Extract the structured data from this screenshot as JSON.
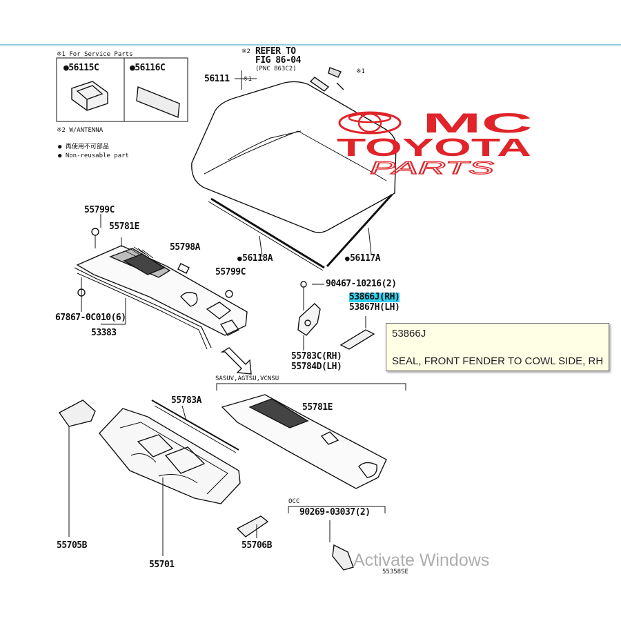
{
  "legend": {
    "note1": "※1 For Service Parts",
    "note2": "※2 W/ANTENNA",
    "note3": "● 再使用不可部品",
    "note4": "● Non-reusable part",
    "box_parts": [
      "●56115C",
      "●56116C"
    ]
  },
  "refer": {
    "mark": "※2",
    "line1": "REFER TO",
    "line2": "FIG 86-04",
    "line3": "(PNC 863C2)",
    "s1": "※1",
    "s2": "※1"
  },
  "parts": {
    "p56111": "56111",
    "p56118A": "56118A",
    "p56117A": "56117A",
    "p55799C_top": "55799C",
    "p55781E_top": "55781E",
    "p55798A": "55798A",
    "p55799C_mid": "55799C",
    "p67867": "67867-0C010(6)",
    "p53383": "53383",
    "p90467": "90467-10216(2)",
    "p53866J": "53866J(RH)",
    "p53867H": "53867H(LH)",
    "p55783C": "55783C(RH)",
    "p55784D": "55784D(LH)",
    "variant": "SASUV,AGTSU,VCNSU",
    "p55783A": "55783A",
    "p55781E_low": "55781E",
    "p55705B": "55705B",
    "p55701": "55701",
    "p55706B": "55706B",
    "occ": "OCC",
    "p90269": "90269-03037(2)",
    "p5535": "55358SE"
  },
  "tooltip": {
    "code": "53866J",
    "description": "SEAL, FRONT FENDER TO COWL SIDE, RH"
  },
  "logo": {
    "line1": "MC",
    "line2": "TOYOTA",
    "line3": "PARTS",
    "color": "#e0242a"
  },
  "watermark": "Activate Windows"
}
